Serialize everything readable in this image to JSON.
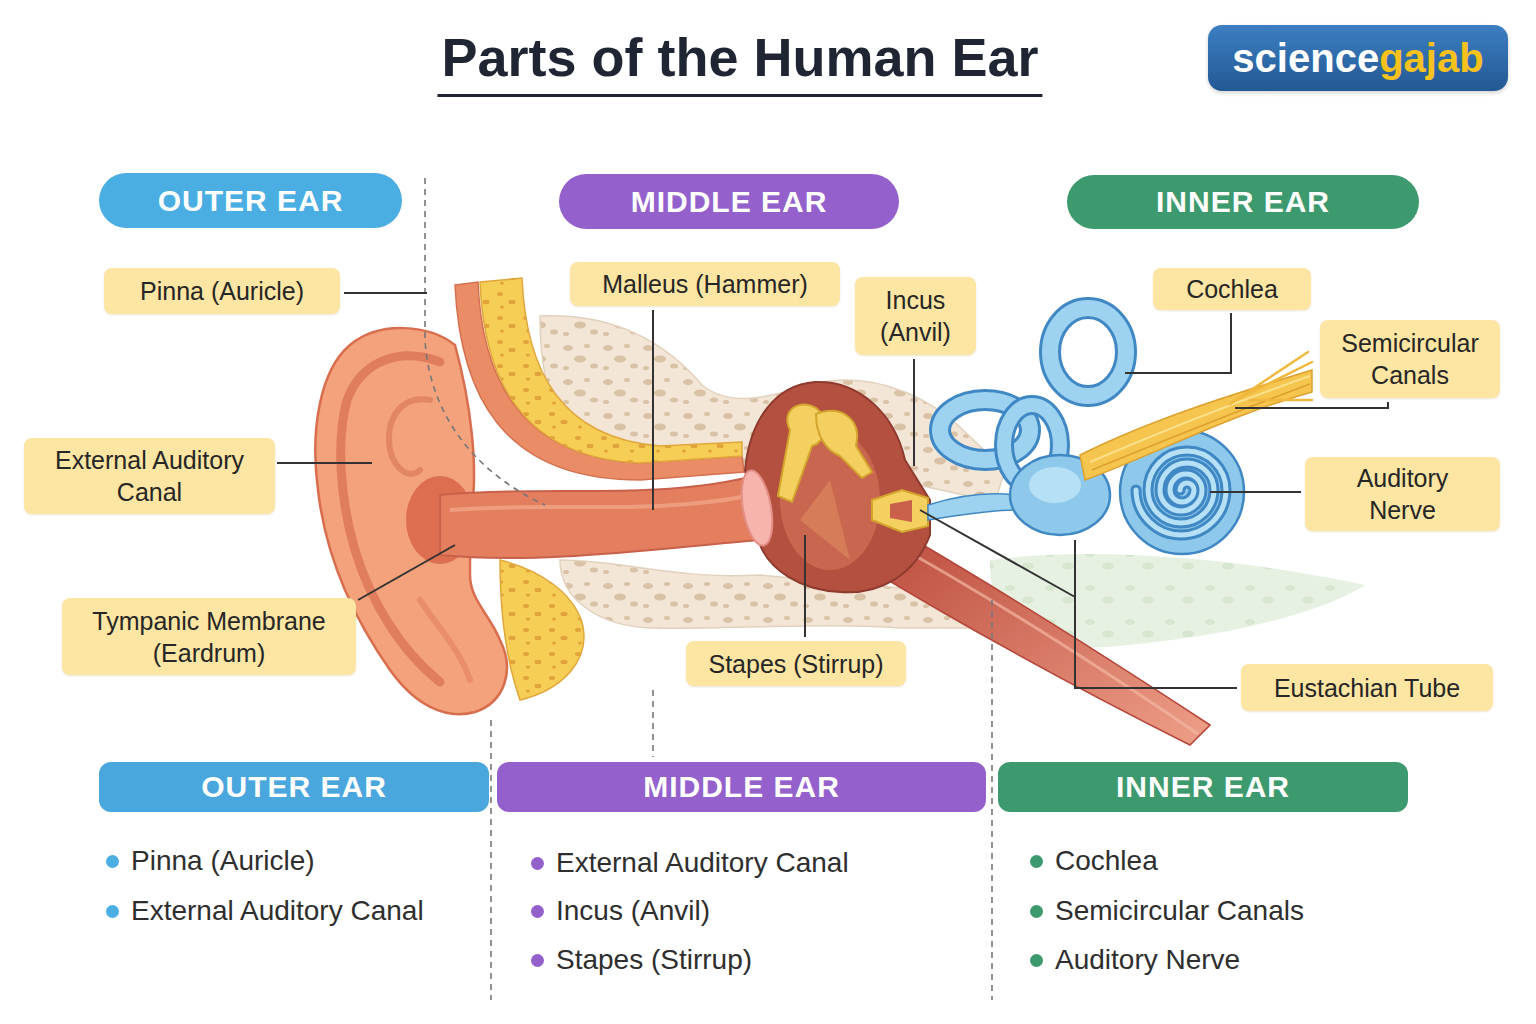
{
  "diagram": {
    "title": "Parts of the Human Ear",
    "nodes": [
      {
        "text": [
          "science",
          "gajab"
        ]
      },
      {
        "text": [
          "OUTER EAR"
        ]
      },
      {
        "text": [
          "MIDDLE EAR"
        ]
      },
      {
        "text": [
          "INNER EAR"
        ]
      },
      {
        "text": [
          "Pinna (Auricle)"
        ]
      },
      {
        "text": [
          "Malleus (Hammer)"
        ]
      },
      {
        "text": [
          "Incus (Anvil)"
        ]
      },
      {
        "text": [
          "Cochlea"
        ]
      },
      {
        "text": [
          "Semicircular Canals"
        ]
      },
      {
        "text": [
          "External Auditory Canal"
        ]
      },
      {
        "text": [
          "Auditory Nerve"
        ]
      },
      {
        "text": [
          "Tympanic Membrane (Eardrum)"
        ]
      },
      {
        "text": [
          "Stapes (Stirrup)"
        ]
      },
      {
        "text": [
          "Eustachian Tube"
        ]
      },
      {
        "text": [
          "OUTER EAR"
        ]
      },
      {
        "text": [
          "MIDDLE EAR"
        ]
      },
      {
        "text": [
          "INNER EAR"
        ]
      }
    ],
    "labels": [
      "Pinna (Auricle)",
      "External Auditory Canal",
      "External Auditory Canal",
      "Incus (Anvil)",
      "Stapes (Stirrup)",
      "Cochlea",
      "Semicircular Canals",
      "Auditory Nerve"
    ]
  }
}
